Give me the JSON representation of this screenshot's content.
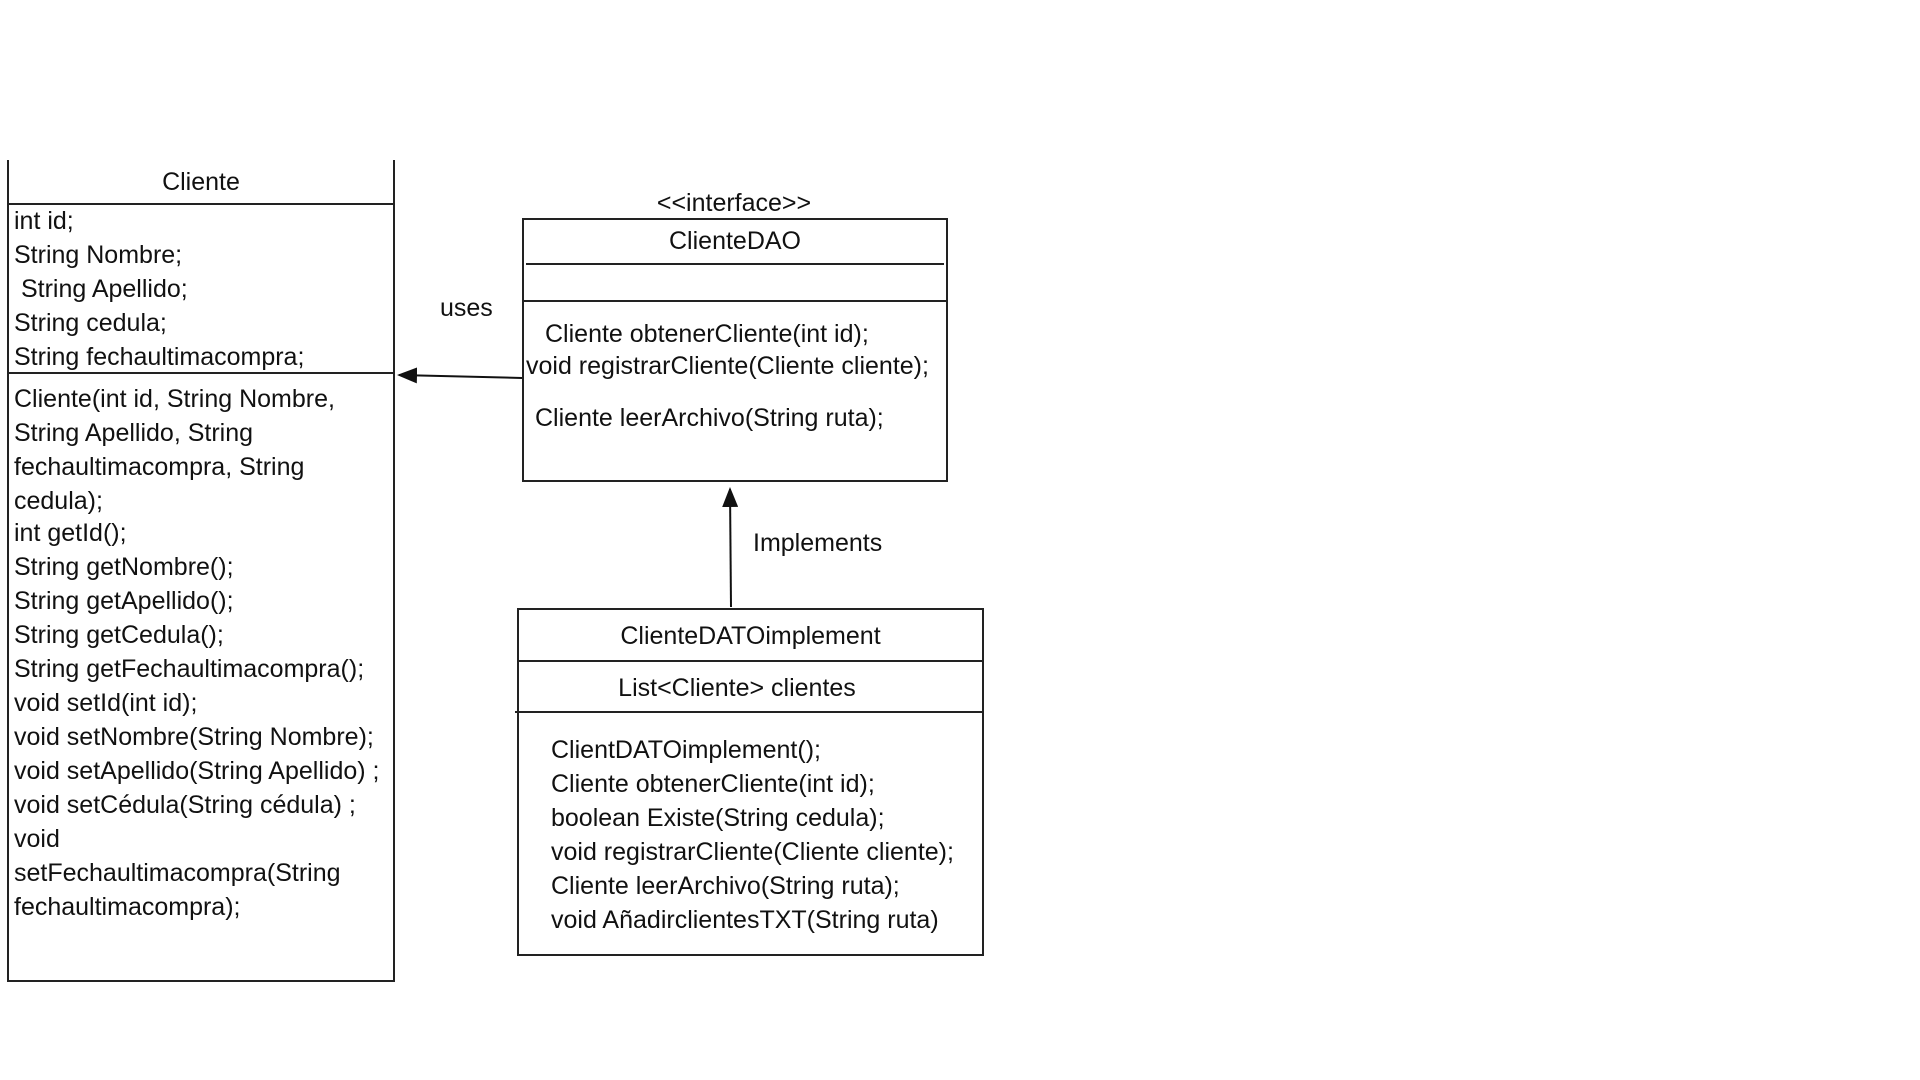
{
  "cliente_class": {
    "name": "Cliente",
    "attributes": [
      "int id;",
      "String Nombre;",
      " String Apellido;",
      "String cedula;",
      "String fechaultimacompra;"
    ],
    "methods": [
      "Cliente(int id, String Nombre,",
      "String Apellido, String",
      "fechaultimacompra, String",
      "cedula);",
      "int getId();",
      "String getNombre();",
      "String getApellido();",
      "String getCedula();",
      "String getFechaultimacompra();",
      "void setId(int id);",
      "void setNombre(String Nombre);",
      "void setApellido(String Apellido) ;",
      "void setCédula(String cédula) ;",
      "void",
      "setFechaultimacompra(String",
      "fechaultimacompra);"
    ]
  },
  "interface_class": {
    "stereotype": "<<interface>>",
    "name": "ClienteDAO",
    "methods": [
      "Cliente obtenerCliente(int id);",
      "void registrarCliente(Cliente cliente);",
      "Cliente leerArchivo(String ruta);"
    ]
  },
  "impl_class": {
    "name": "ClienteDATOimplement",
    "attributes": [
      "List<Cliente> clientes"
    ],
    "methods": [
      "ClientDATOimplement();",
      "Cliente obtenerCliente(int id);",
      "boolean Existe(String cedula);",
      "void registrarCliente(Cliente cliente);",
      "Cliente leerArchivo(String ruta);",
      "void AñadirclientesTXT(String ruta)"
    ]
  },
  "relations": {
    "uses_label": "uses",
    "implements_label": "Implements"
  }
}
